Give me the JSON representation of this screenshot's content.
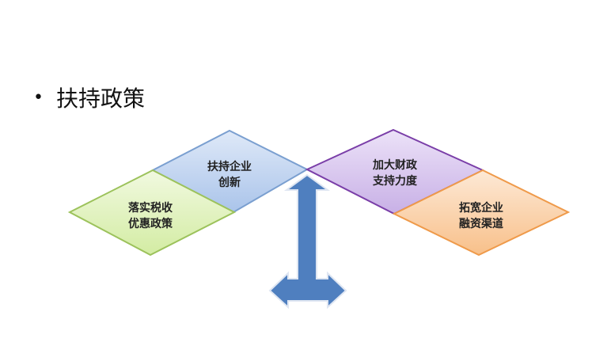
{
  "title": "扶持政策",
  "items": [
    {
      "line1": "扶持企业",
      "line2": "创新",
      "color": "#c8d9f2",
      "border": "#7a9fd0"
    },
    {
      "line1": "落实税收",
      "line2": "优惠政策",
      "color": "#e3f3c4",
      "border": "#9cc25b"
    },
    {
      "line1": "加大财政",
      "line2": "支持力度",
      "color": "#dccbf0",
      "border": "#7a3ea8"
    },
    {
      "line1": "拓宽企业",
      "line2": "融资渠道",
      "color": "#fbd8b5",
      "border": "#ef9a4a"
    }
  ],
  "arrow_color": "#4f7fbf"
}
